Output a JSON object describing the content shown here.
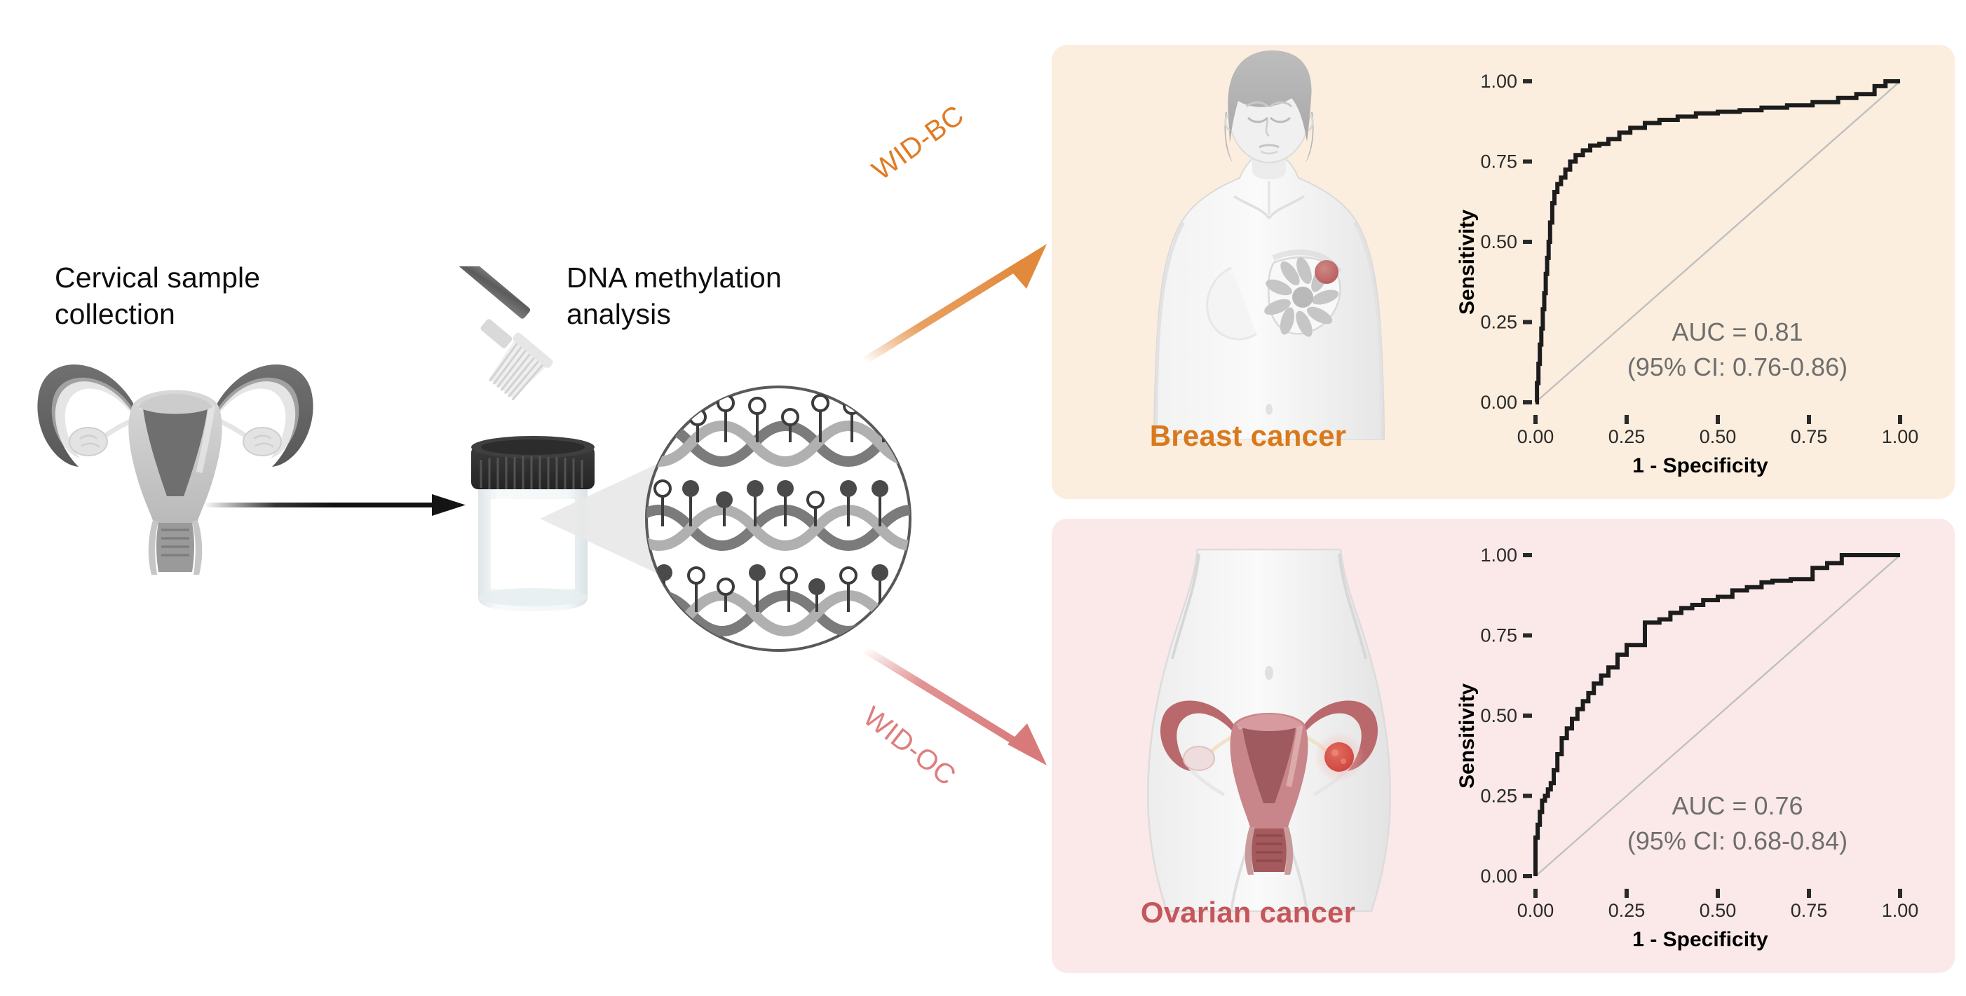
{
  "workflow": {
    "steps": [
      {
        "label": "Cervical sample\ncollection",
        "icon": "uterus-icon"
      },
      {
        "label": "DNA methylation\nanalysis",
        "icon": "dna-methylation-icon"
      }
    ],
    "flow_arrow": "arrow-right-icon",
    "branches": [
      {
        "label": "WID-BC",
        "color": "#E07B24",
        "direction": "up-right"
      },
      {
        "label": "WID-OC",
        "color": "#DE7E7E",
        "direction": "down-right"
      }
    ]
  },
  "panels": [
    {
      "id": "breast",
      "title": "Breast cancer",
      "title_color": "#D9791B",
      "background": "#FBEEDE",
      "figure": "female-torso-breast-tumor-illustration"
    },
    {
      "id": "ovarian",
      "title": "Ovarian cancer",
      "title_color": "#C2575C",
      "background": "#FBE9E9",
      "figure": "female-pelvis-ovarian-tumor-illustration"
    }
  ],
  "chart_data": [
    {
      "type": "line",
      "subtype": "roc-curve",
      "id": "roc-breast-cancer",
      "title": "Breast cancer",
      "xlabel": "1 - Specificity",
      "ylabel": "Sensitivity",
      "xlim": [
        0,
        1
      ],
      "ylim": [
        0,
        1
      ],
      "xticks": [
        "0.00",
        "0.25",
        "0.50",
        "0.75",
        "1.00"
      ],
      "yticks": [
        "0.00",
        "0.25",
        "0.50",
        "0.75",
        "1.00"
      ],
      "grid": false,
      "legend": "none",
      "annotations": [
        "AUC = 0.81",
        "(95% CI: 0.76-0.86)"
      ],
      "auc": 0.81,
      "ci_low": 0.76,
      "ci_high": 0.86,
      "reference_line": "diagonal chance line",
      "curve_color": "#1c1c1c",
      "series": [
        {
          "name": "WID-BC ROC",
          "x": [
            0.0,
            0.004,
            0.004,
            0.008,
            0.008,
            0.012,
            0.012,
            0.016,
            0.016,
            0.02,
            0.02,
            0.024,
            0.024,
            0.028,
            0.028,
            0.032,
            0.032,
            0.036,
            0.036,
            0.04,
            0.04,
            0.046,
            0.046,
            0.052,
            0.052,
            0.06,
            0.06,
            0.07,
            0.07,
            0.082,
            0.082,
            0.095,
            0.095,
            0.11,
            0.11,
            0.13,
            0.13,
            0.15,
            0.15,
            0.175,
            0.175,
            0.2,
            0.2,
            0.23,
            0.23,
            0.26,
            0.26,
            0.3,
            0.3,
            0.34,
            0.34,
            0.39,
            0.39,
            0.44,
            0.44,
            0.5,
            0.5,
            0.56,
            0.56,
            0.62,
            0.62,
            0.69,
            0.69,
            0.76,
            0.76,
            0.83,
            0.83,
            0.88,
            0.88,
            0.93,
            0.93,
            0.96,
            0.96,
            1.0
          ],
          "y": [
            0.0,
            0.0,
            0.06,
            0.06,
            0.12,
            0.12,
            0.18,
            0.18,
            0.23,
            0.23,
            0.29,
            0.29,
            0.34,
            0.34,
            0.4,
            0.4,
            0.45,
            0.45,
            0.5,
            0.5,
            0.56,
            0.56,
            0.62,
            0.62,
            0.655,
            0.655,
            0.68,
            0.68,
            0.7,
            0.7,
            0.725,
            0.725,
            0.75,
            0.75,
            0.77,
            0.77,
            0.785,
            0.785,
            0.8,
            0.8,
            0.805,
            0.805,
            0.82,
            0.82,
            0.84,
            0.84,
            0.855,
            0.855,
            0.87,
            0.87,
            0.88,
            0.88,
            0.89,
            0.89,
            0.9,
            0.9,
            0.905,
            0.905,
            0.91,
            0.91,
            0.918,
            0.918,
            0.925,
            0.925,
            0.935,
            0.935,
            0.948,
            0.948,
            0.96,
            0.96,
            0.985,
            0.985,
            1.0,
            1.0
          ]
        }
      ]
    },
    {
      "type": "line",
      "subtype": "roc-curve",
      "id": "roc-ovarian-cancer",
      "title": "Ovarian cancer",
      "xlabel": "1 - Specificity",
      "ylabel": "Sensitivity",
      "xlim": [
        0,
        1
      ],
      "ylim": [
        0,
        1
      ],
      "xticks": [
        "0.00",
        "0.25",
        "0.50",
        "0.75",
        "1.00"
      ],
      "yticks": [
        "0.00",
        "0.25",
        "0.50",
        "0.75",
        "1.00"
      ],
      "grid": false,
      "legend": "none",
      "annotations": [
        "AUC = 0.76",
        "(95% CI: 0.68-0.84)"
      ],
      "auc": 0.76,
      "ci_low": 0.68,
      "ci_high": 0.84,
      "reference_line": "diagonal chance line",
      "curve_color": "#1c1c1c",
      "series": [
        {
          "name": "WID-OC ROC",
          "x": [
            0.0,
            0.0,
            0.006,
            0.006,
            0.012,
            0.012,
            0.018,
            0.018,
            0.026,
            0.026,
            0.034,
            0.034,
            0.042,
            0.042,
            0.05,
            0.05,
            0.06,
            0.06,
            0.072,
            0.072,
            0.086,
            0.086,
            0.1,
            0.1,
            0.115,
            0.115,
            0.13,
            0.13,
            0.145,
            0.145,
            0.16,
            0.16,
            0.18,
            0.18,
            0.2,
            0.2,
            0.225,
            0.225,
            0.25,
            0.25,
            0.3,
            0.3,
            0.34,
            0.34,
            0.37,
            0.37,
            0.4,
            0.4,
            0.43,
            0.43,
            0.46,
            0.46,
            0.5,
            0.5,
            0.54,
            0.54,
            0.58,
            0.58,
            0.62,
            0.62,
            0.65,
            0.65,
            0.7,
            0.7,
            0.76,
            0.76,
            0.8,
            0.8,
            0.84,
            0.84,
            0.87,
            0.87,
            1.0
          ],
          "y": [
            0.0,
            0.12,
            0.12,
            0.16,
            0.16,
            0.2,
            0.2,
            0.235,
            0.235,
            0.25,
            0.25,
            0.27,
            0.27,
            0.29,
            0.29,
            0.33,
            0.33,
            0.38,
            0.38,
            0.43,
            0.43,
            0.46,
            0.46,
            0.49,
            0.49,
            0.52,
            0.52,
            0.545,
            0.545,
            0.57,
            0.57,
            0.6,
            0.6,
            0.625,
            0.625,
            0.65,
            0.65,
            0.69,
            0.69,
            0.72,
            0.72,
            0.79,
            0.79,
            0.8,
            0.8,
            0.82,
            0.82,
            0.835,
            0.835,
            0.845,
            0.845,
            0.86,
            0.86,
            0.87,
            0.87,
            0.89,
            0.89,
            0.9,
            0.9,
            0.915,
            0.915,
            0.92,
            0.92,
            0.925,
            0.925,
            0.96,
            0.96,
            0.975,
            0.975,
            1.0,
            1.0,
            1.0,
            1.0
          ]
        }
      ]
    }
  ]
}
